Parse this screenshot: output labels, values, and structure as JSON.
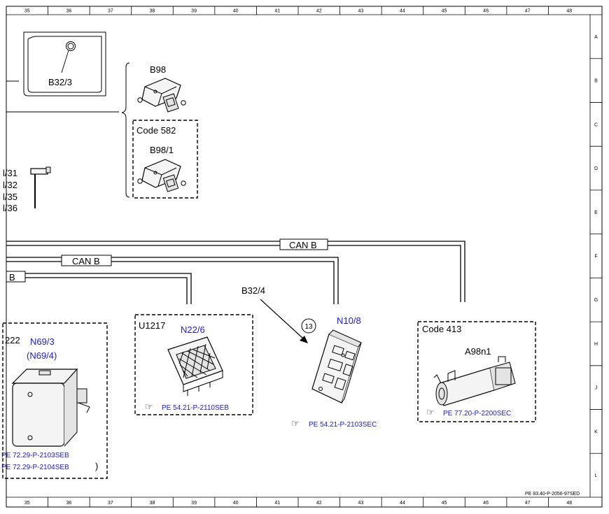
{
  "grid": {
    "columns": [
      "35",
      "36",
      "37",
      "38",
      "39",
      "40",
      "41",
      "42",
      "43",
      "44",
      "45",
      "46",
      "47",
      "48"
    ],
    "rows": [
      "A",
      "B",
      "C",
      "D",
      "E",
      "F",
      "G",
      "H",
      "J",
      "K",
      "L"
    ]
  },
  "footer_code": "PE 83.40-P-2056-97SED",
  "components": {
    "b32_3": "B32/3",
    "b98": "B98",
    "code_582": "Code 582",
    "b98_1": "B98/1",
    "left_refs": [
      "l/31",
      "l/32",
      "l/35",
      "l/36"
    ],
    "b32_4": "B32/4",
    "callout_13": "13",
    "u1217": "U1217",
    "n22_6": "N22/6",
    "n10_8": "N10/8",
    "code_413": "Code 413",
    "a98n1": "A98n1",
    "n69_prefix": "222",
    "n69_3": "N69/3",
    "n69_4": "(N69/4)",
    "paren_close": ")"
  },
  "buses": {
    "can_b_top": "CAN B",
    "can_b_mid": "CAN B",
    "can_b_low": "B"
  },
  "references": {
    "n22_6": "PE 54.21-P-2110SEB",
    "n10_8": "PE 54.21-P-2103SEC",
    "a98n1": "PE 77.20-P-2200SEC",
    "n69_a": "PE 72.29-P-2103SEB",
    "n69_b": "PE 72.29-P-2104SEB"
  },
  "icons": [
    "pointing-hand-icon",
    "callout-circle-icon",
    "arrow-icon"
  ],
  "colors": {
    "reference_blue": "#1a1adc",
    "line": "#000000"
  }
}
